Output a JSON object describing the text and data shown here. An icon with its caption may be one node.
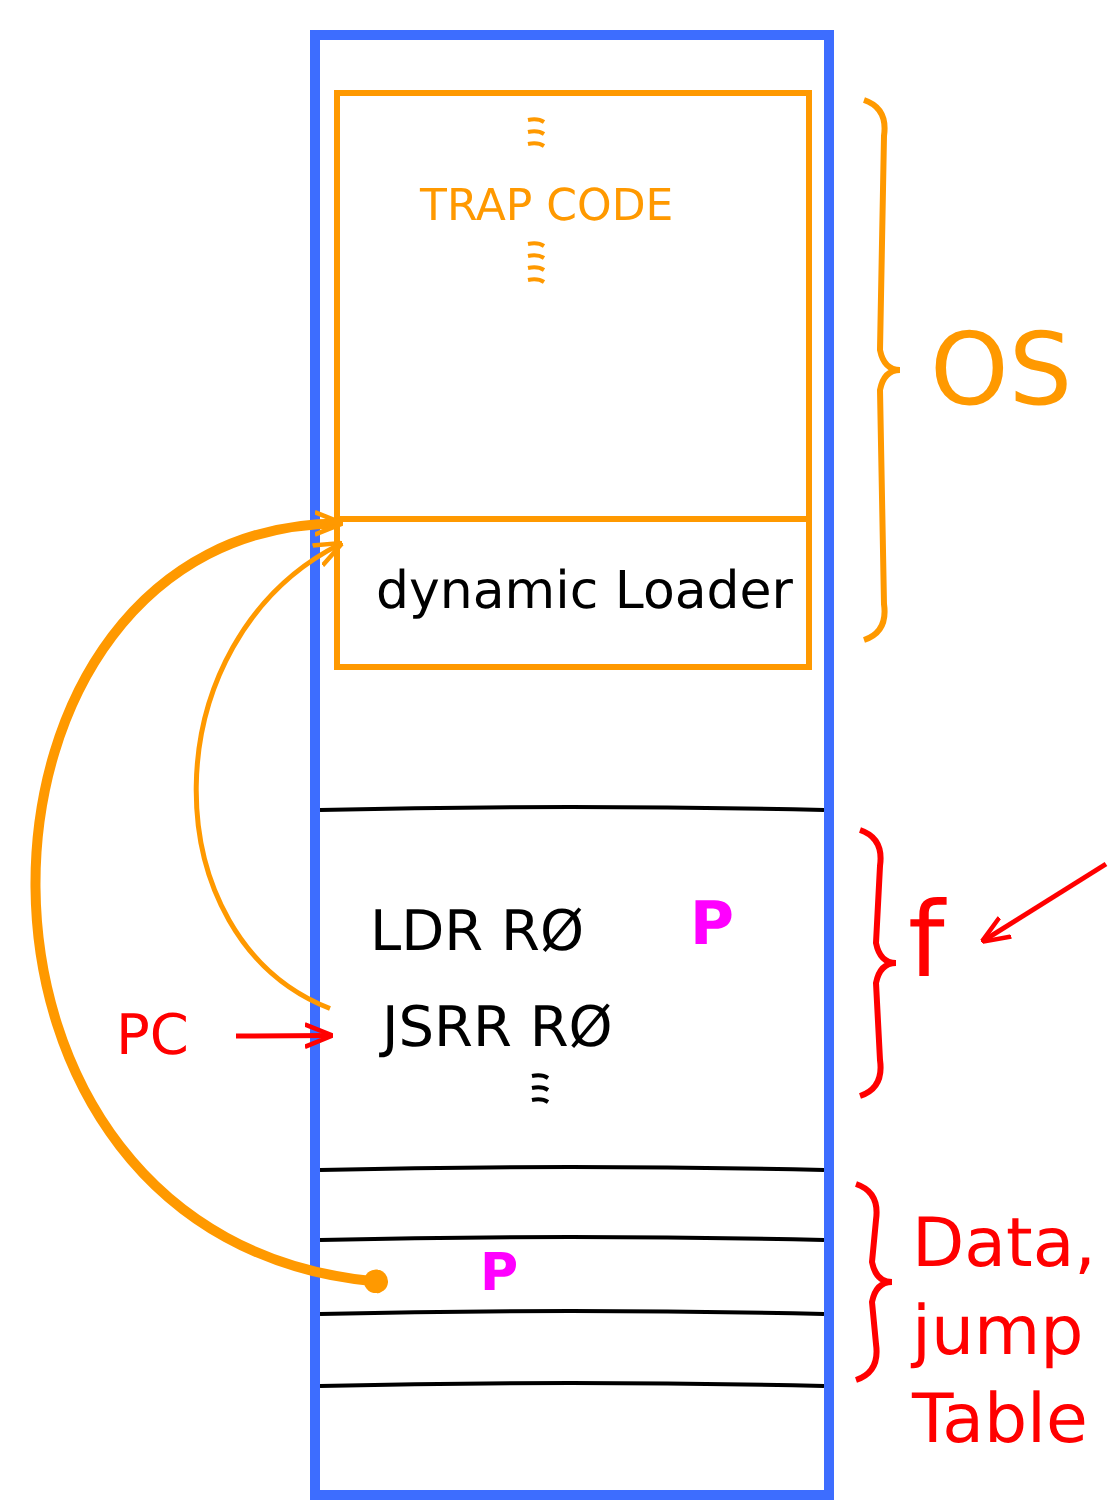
{
  "diagram": {
    "nodes": [
      {
        "text": [],
        "shape": "box"
      },
      {
        "text": [
          "TRAP CODE"
        ],
        "in": 0
      },
      {
        "text": [
          "dynamic Loader"
        ],
        "in": 1
      },
      {
        "text": [
          "LDR RØ",
          "P",
          "JSRR RØ"
        ],
        "in": 0
      },
      {
        "text": [
          "P"
        ],
        "in": 0
      },
      {
        "text": [
          "PC"
        ]
      },
      {
        "text": [
          "f"
        ]
      }
    ],
    "edges": [
      {
        "from": 3,
        "to": 2,
        "arrow": "to",
        "color": "#ff9900"
      },
      {
        "from": 4,
        "to": 2,
        "arrow": "to",
        "style": "thick",
        "color": "#ff9900"
      },
      {
        "from": 5,
        "to": 3,
        "arrow": "to",
        "color": "#ff0000"
      },
      {
        "from": null,
        "to": 6,
        "arrow": "to",
        "color": "#ff0000"
      }
    ],
    "labels": [
      "OS",
      "Data, jump Table"
    ]
  }
}
